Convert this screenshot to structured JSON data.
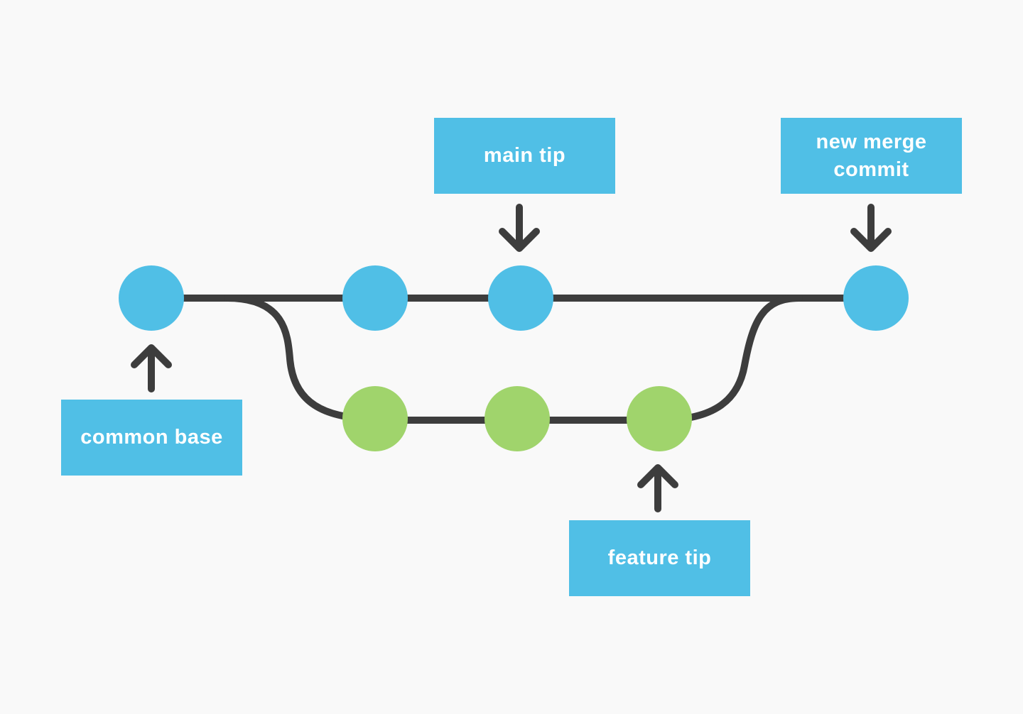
{
  "colors": {
    "background": "#f9f9f9",
    "main_commit": "#50bfe6",
    "feature_commit": "#a0d46c",
    "edge": "#3d3d3d",
    "label_box": "#50bfe6",
    "label_text": "#ffffff"
  },
  "labels": {
    "main_tip": "main tip",
    "new_merge_commit": "new merge commit",
    "common_base": "common base",
    "feature_tip": "feature tip"
  },
  "commits": {
    "main": [
      {
        "id": "common-base",
        "role": "common base"
      },
      {
        "id": "main-2",
        "role": ""
      },
      {
        "id": "main-tip",
        "role": "main tip"
      },
      {
        "id": "merge",
        "role": "new merge commit"
      }
    ],
    "feature": [
      {
        "id": "feature-1",
        "role": ""
      },
      {
        "id": "feature-2",
        "role": ""
      },
      {
        "id": "feature-tip",
        "role": "feature tip"
      }
    ]
  },
  "icons": {
    "pointer_down": "arrow-down-icon",
    "pointer_up": "arrow-up-icon"
  }
}
